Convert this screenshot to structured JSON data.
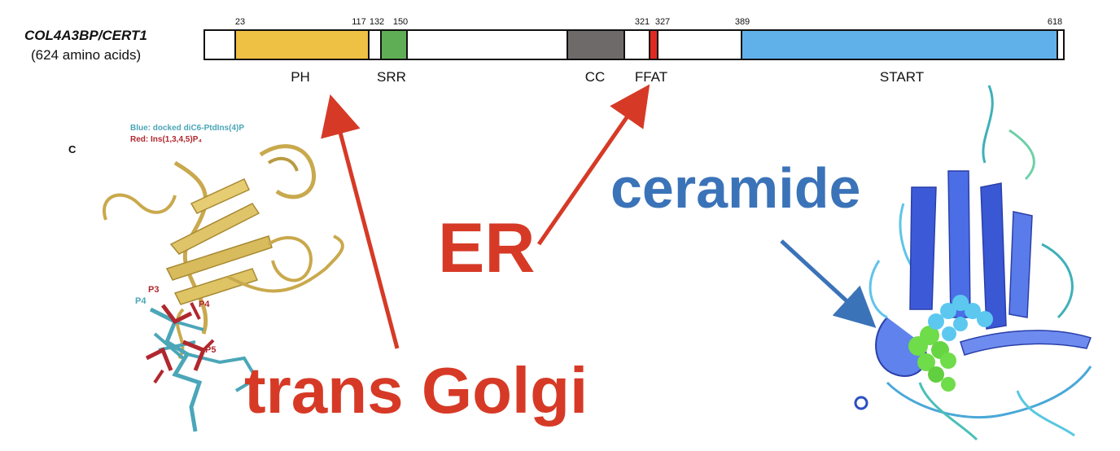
{
  "protein": {
    "gene": "COL4A3BP/CERT1",
    "length_label": "(624 amino acids)",
    "total_aa": 624,
    "domains": [
      {
        "name": "PH",
        "start": 23,
        "end": 117,
        "color": "#eec043"
      },
      {
        "name": "SRR",
        "start": 132,
        "end": 150,
        "color": "#5fae55"
      },
      {
        "name": "CC",
        "start": 272,
        "end": 303,
        "color": "#6f6a6a"
      },
      {
        "name": "FFAT",
        "start": 321,
        "end": 327,
        "color": "#e02a20"
      },
      {
        "name": "START",
        "start": 389,
        "end": 618,
        "color": "#60b0ea"
      }
    ],
    "tick_labels": [
      "23",
      "117",
      "132",
      "150",
      "321",
      "327",
      "389",
      "618"
    ]
  },
  "ph_structure": {
    "panel_letter": "C",
    "legend_blue": "Blue: docked diC6-PtdIns(4)P",
    "legend_red": "Red:  Ins(1,3,4,5)P₄",
    "phosphate_labels": [
      "P3",
      "P4",
      "P4",
      "P5"
    ],
    "color_protein": "#d2b65a",
    "color_blue": "#4ba6b8",
    "color_red": "#b0282e"
  },
  "annotations": {
    "trans_golgi": "trans Golgi",
    "er": "ER",
    "ceramide": "ceramide",
    "red_color": "#d63a26",
    "blue_color": "#3b73b9"
  },
  "start_structure": {
    "color_ribbon": "#4a6fe0",
    "color_ligand_green": "#6fdc4a",
    "color_ligand_cyan": "#5cc8f0"
  }
}
